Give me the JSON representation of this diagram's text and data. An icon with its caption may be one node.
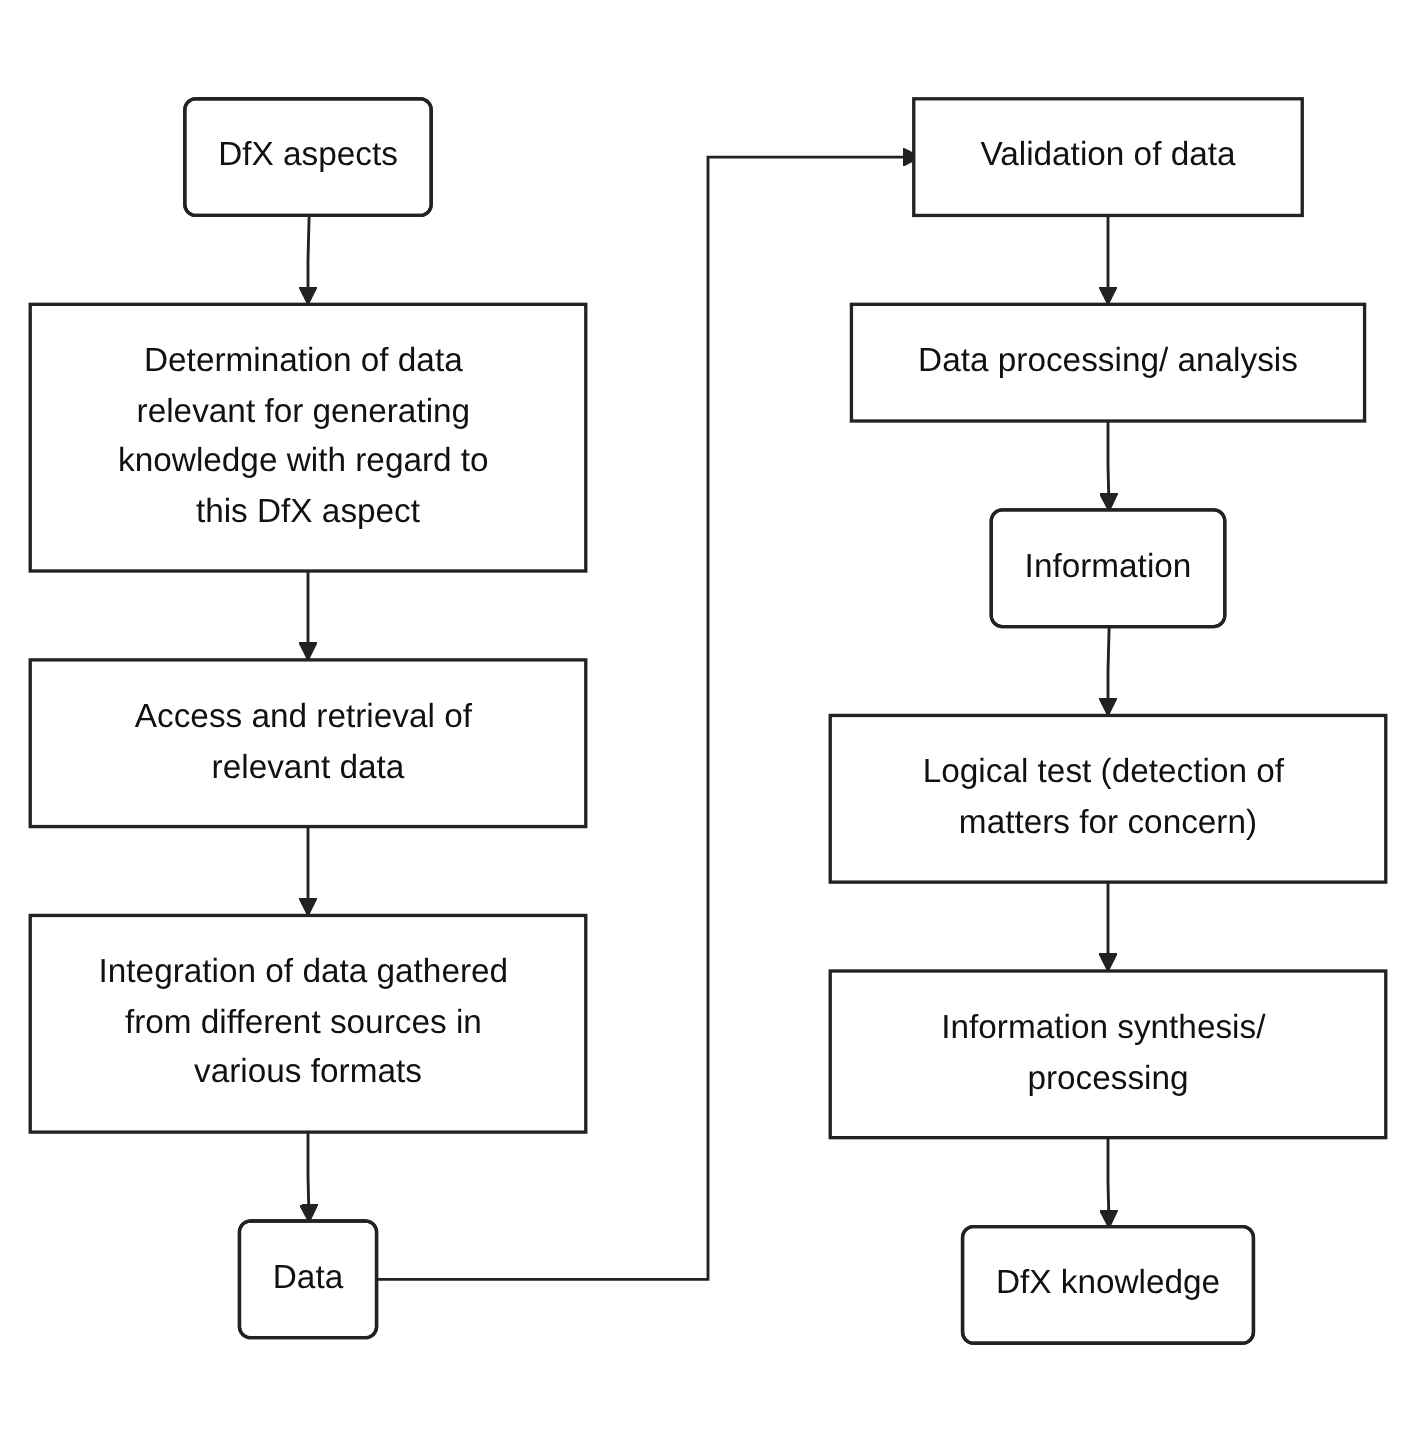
{
  "diagram": {
    "nodes": [
      {
        "text": [
          "DfX aspects"
        ]
      },
      {
        "text": [
          "Determination of data relevant for generating knowledge with regard to this DfX aspect"
        ]
      },
      {
        "text": [
          "Access and retrieval of relevant data"
        ]
      },
      {
        "text": [
          "Integration of data gathered from different sources in various formats"
        ]
      },
      {
        "text": [
          "Data"
        ]
      },
      {
        "text": [
          "Validation of data"
        ]
      },
      {
        "text": [
          "Data processing/ analysis"
        ]
      },
      {
        "text": [
          "Information"
        ]
      },
      {
        "text": [
          "Logical test (detection of matters for concern)"
        ]
      },
      {
        "text": [
          "Information synthesis/ processing"
        ]
      },
      {
        "text": [
          "DfX knowledge"
        ]
      }
    ],
    "edges": [
      {
        "from": 0,
        "to": 1,
        "arrow": "to"
      },
      {
        "from": 1,
        "to": 2,
        "arrow": "to"
      },
      {
        "from": 2,
        "to": 3,
        "arrow": "to"
      },
      {
        "from": 3,
        "to": 4,
        "arrow": "to"
      },
      {
        "from": 4,
        "to": 5,
        "arrow": "to"
      },
      {
        "from": 5,
        "to": 6,
        "arrow": "to"
      },
      {
        "from": 6,
        "to": 7,
        "arrow": "to"
      },
      {
        "from": 7,
        "to": 8,
        "arrow": "to"
      },
      {
        "from": 8,
        "to": 9,
        "arrow": "to"
      },
      {
        "from": 9,
        "to": 10,
        "arrow": "to"
      }
    ]
  }
}
